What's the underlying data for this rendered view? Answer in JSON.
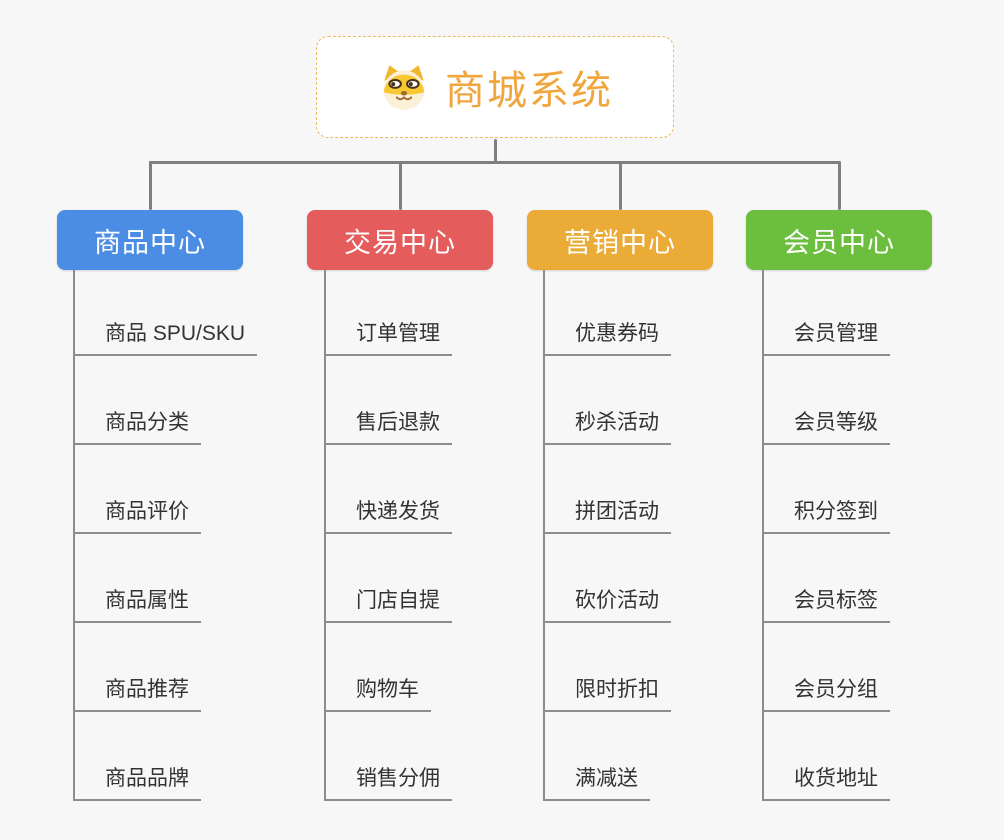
{
  "root": {
    "title": "商城系统",
    "icon": "shiba-dog-icon"
  },
  "branches": [
    {
      "id": "product-center",
      "label": "商品中心",
      "color": "#4b8de4",
      "items": [
        "商品 SPU/SKU",
        "商品分类",
        "商品评价",
        "商品属性",
        "商品推荐",
        "商品品牌"
      ]
    },
    {
      "id": "trade-center",
      "label": "交易中心",
      "color": "#e55c5c",
      "items": [
        "订单管理",
        "售后退款",
        "快递发货",
        "门店自提",
        "购物车",
        "销售分佣"
      ]
    },
    {
      "id": "marketing-center",
      "label": "营销中心",
      "color": "#ebab37",
      "items": [
        "优惠券码",
        "秒杀活动",
        "拼团活动",
        "砍价活动",
        "限时折扣",
        "满减送"
      ]
    },
    {
      "id": "member-center",
      "label": "会员中心",
      "color": "#6cbe3f",
      "items": [
        "会员管理",
        "会员等级",
        "积分签到",
        "会员标签",
        "会员分组",
        "收货地址"
      ]
    }
  ],
  "colors": {
    "background": "#f7f7f7",
    "root_title": "#f0a63c",
    "root_border": "#efb95f",
    "connector": "#7f7f7f",
    "item_line": "#8c8c8c",
    "item_text": "#333333"
  }
}
